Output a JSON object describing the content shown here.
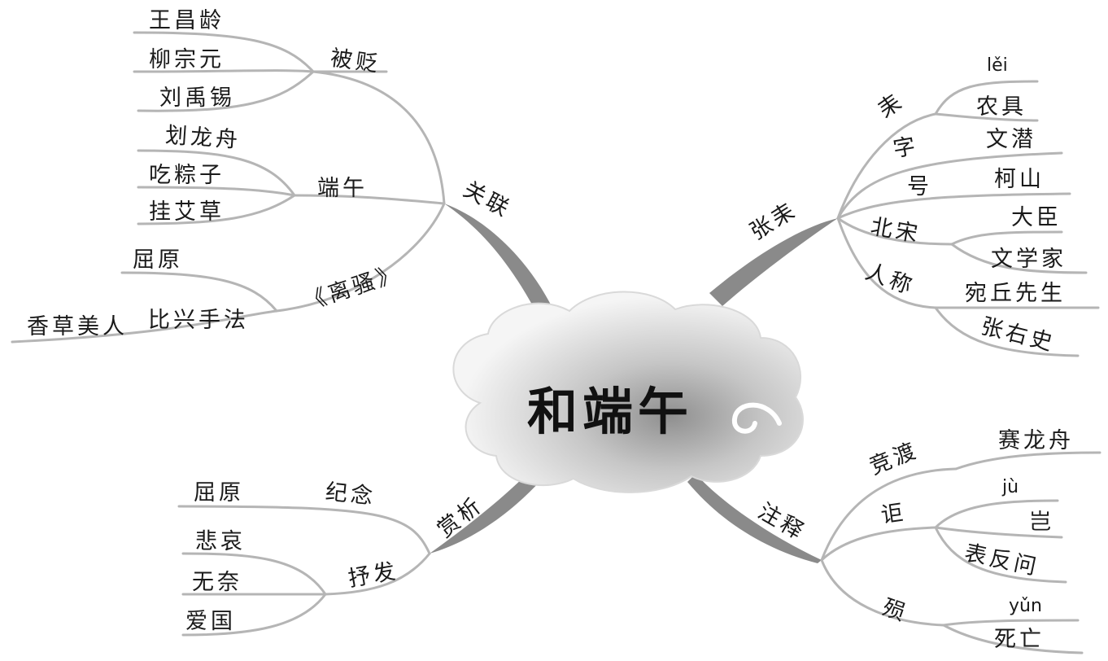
{
  "center": {
    "title": "和端午"
  },
  "colors": {
    "branch": "#b3b3b3",
    "trunk": "#8a8a8a",
    "cloud_light": "#f4f4f4",
    "cloud_dark": "#9c9c9c",
    "text": "#1a1a1a"
  },
  "branches": {
    "guanlian": {
      "label": "关联",
      "bianzhe": {
        "label": "被贬",
        "items": [
          "王昌龄",
          "柳宗元",
          "刘禹锡"
        ]
      },
      "duanwu": {
        "label": "端午",
        "items": [
          "划龙舟",
          "吃粽子",
          "挂艾草"
        ]
      },
      "lisao": {
        "label": "《离骚》",
        "quyuan": "屈原",
        "bixing": "比兴手法",
        "xiangcao": "香草美人"
      }
    },
    "zhanglei": {
      "label": "张耒",
      "lei": {
        "label": "耒",
        "pinyin": "lěi",
        "meaning": "农具"
      },
      "zi": {
        "label": "字",
        "value": "文潜"
      },
      "hao": {
        "label": "号",
        "value": "柯山"
      },
      "beisong": {
        "label": "北宋",
        "items": [
          "大臣",
          "文学家"
        ]
      },
      "rencheng": {
        "label": "人称",
        "items": [
          "宛丘先生",
          "张右史"
        ]
      }
    },
    "shangxi": {
      "label": "赏析",
      "jinian": {
        "label": "纪念",
        "value": "屈原"
      },
      "shufa": {
        "label": "抒发",
        "items": [
          "悲哀",
          "无奈",
          "爱国"
        ]
      }
    },
    "zhushi": {
      "label": "注释",
      "jingdu": {
        "label": "竞渡",
        "value": "赛龙舟"
      },
      "ju": {
        "label": "讵",
        "pinyin": "jù",
        "items": [
          "岂",
          "表反问"
        ]
      },
      "yun": {
        "label": "殒",
        "pinyin": "yǔn",
        "value": "死亡"
      }
    }
  }
}
